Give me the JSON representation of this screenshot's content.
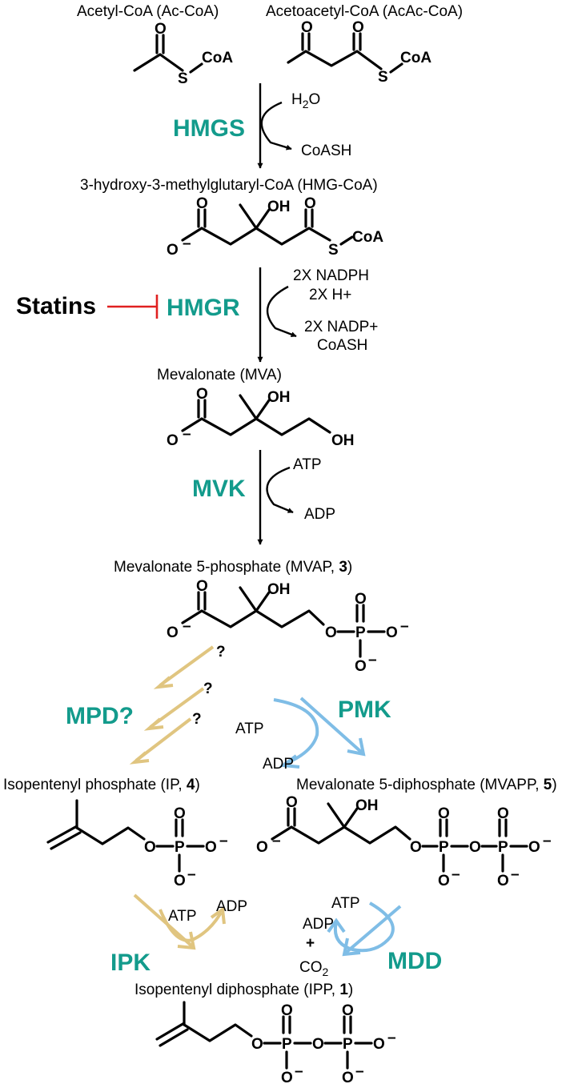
{
  "colors": {
    "enzyme": "#139b8c",
    "inhibitor_line": "#e02020",
    "gold_arrow": "#e0c580",
    "blue_arrow": "#7fbde6"
  },
  "compounds": {
    "acetyl_coa": "Acetyl-CoA (Ac-CoA)",
    "acetoacetyl_coa": "Acetoacetyl-CoA (AcAc-CoA)",
    "hmg_coa": "3-hydroxy-3-methylglutaryl-CoA (HMG-CoA)",
    "mva": "Mevalonate (MVA)",
    "mvap": "Mevalonate 5-phosphate (MVAP, ",
    "mvap_num": "3",
    "ip": "Isopentenyl phosphate (IP, ",
    "ip_num": "4",
    "mvapp": "Mevalonate 5-diphosphate (MVAPP, ",
    "mvapp_num": "5",
    "ipp": "Isopentenyl diphosphate (IPP, ",
    "ipp_num": "1",
    "close": ")"
  },
  "enzymes": {
    "hmgs": "HMGS",
    "hmgr": "HMGR",
    "mvk": "MVK",
    "mpd": "MPD?",
    "pmk": "PMK",
    "ipk": "IPK",
    "mdd": "MDD"
  },
  "inhibitor": "Statins",
  "cofactors": {
    "h2o": "H",
    "h2o_sub": "2",
    "h2o_o": "O",
    "coash": "CoASH",
    "nadph": "2X NADPH",
    "hplus": "2X H+",
    "nadp": "2X NADP+",
    "coash2": "CoASH",
    "atp": "ATP",
    "adp": "ADP",
    "plus": "+",
    "co2": "CO",
    "co2_sub": "2"
  },
  "atoms": {
    "o": "O",
    "oh": "OH",
    "s": "S",
    "coa": "CoA",
    "p": "P",
    "ominus": "O",
    "minus": "–"
  },
  "question": "?"
}
